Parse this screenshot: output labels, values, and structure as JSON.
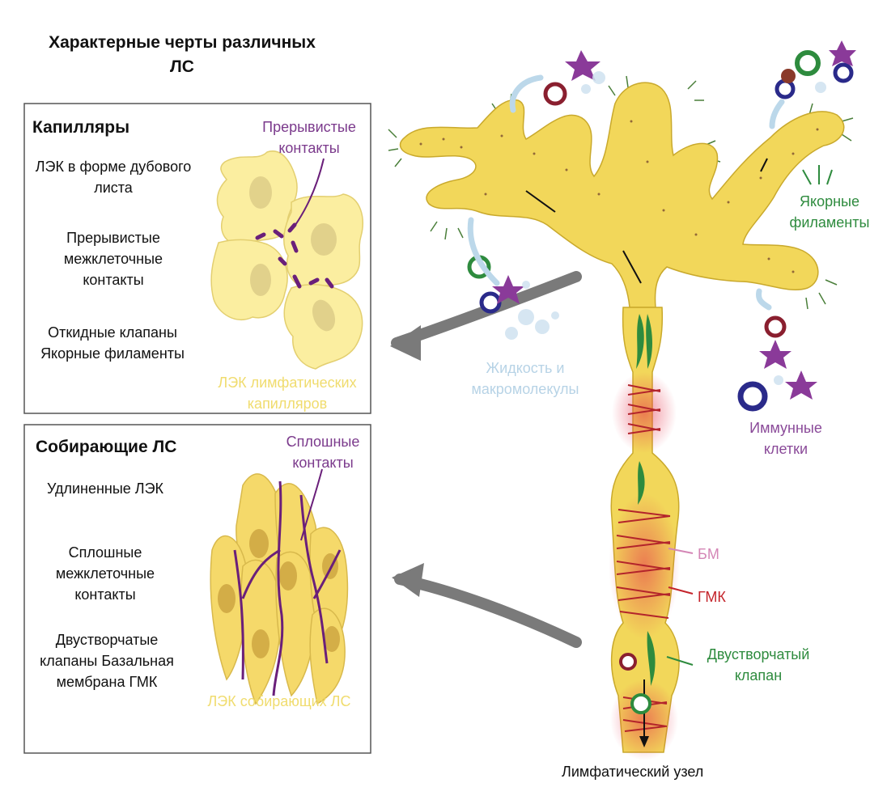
{
  "title": "Характерные черты различных ЛС",
  "capillaries": {
    "heading": "Капилляры",
    "feature_1": "ЛЭК в форме дубового листа",
    "feature_2": "Прерывистые межклеточные контакты",
    "feature_3": "Откидные клапаны Якорные филаменты",
    "contacts_label": "Прерывистые контакты",
    "cells_label": "ЛЭК лимфатических капилляров"
  },
  "collecting": {
    "heading": "Собирающие ЛС",
    "feature_1": "Удлиненные ЛЭК",
    "feature_2": "Сплошные межклеточные контакты",
    "feature_3": "Двустворчатые клапаны Базальная мембрана ГМК",
    "contacts_label": "Сплошные контакты",
    "cells_label": "ЛЭК собирающих ЛС"
  },
  "right": {
    "anchoring_filaments": "Якорные филаменты",
    "fluid": "Жидкость и макромолекулы",
    "immune_cells": "Иммунные клетки",
    "bm": "БМ",
    "smc": "ГМК",
    "bicuspid_valve": "Двустворчатый клапан",
    "lymph_node": "Лимфатический узел"
  },
  "colors": {
    "cell_fill": "#fbeea0",
    "vessel_fill": "#f2d75a",
    "contact": "#6a1f7a",
    "smc": "#b3242b",
    "filament": "#4a7f3a"
  }
}
